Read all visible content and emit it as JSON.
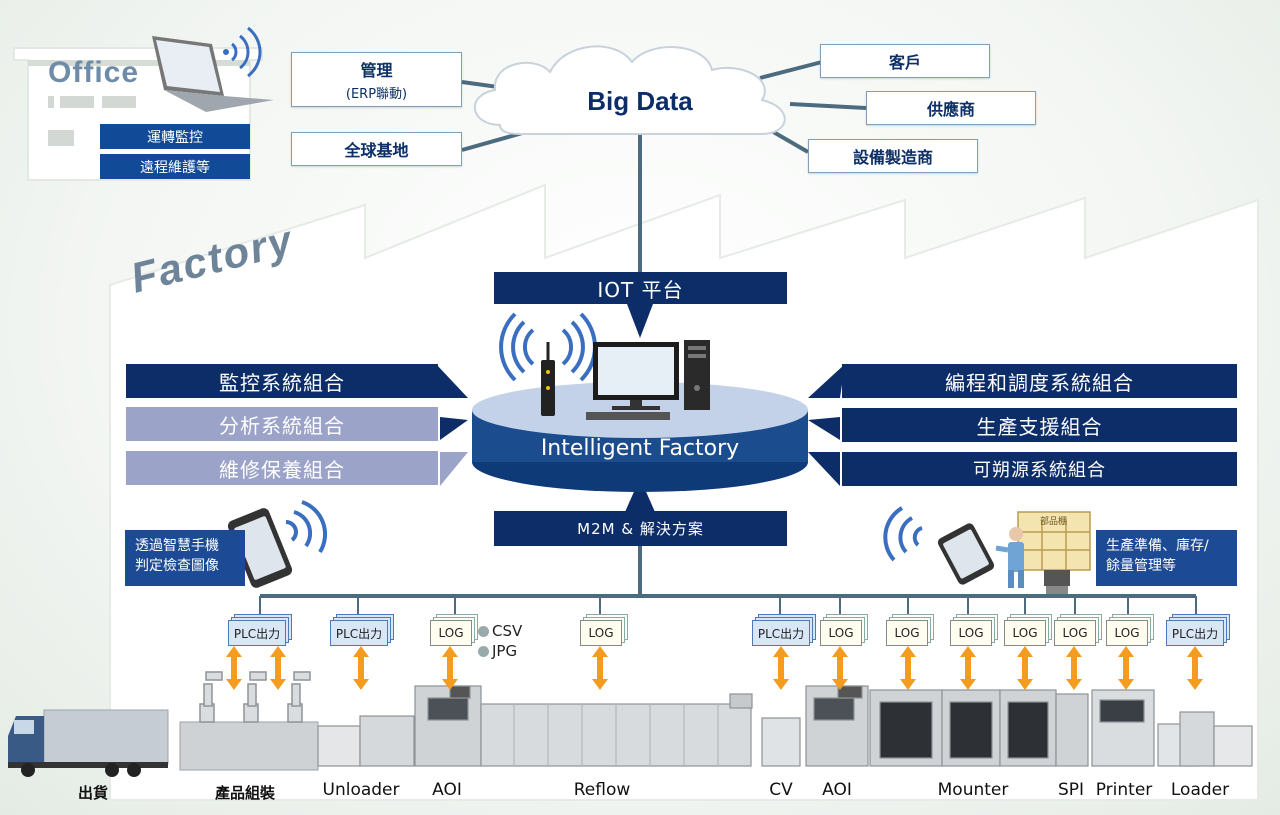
{
  "office": {
    "title": "Office",
    "buttons": [
      "運轉監控",
      "遠程維護等"
    ]
  },
  "cloud": {
    "label": "Big Data"
  },
  "left_nodes": [
    {
      "label": "管理",
      "sub": "(ERP聯動)"
    },
    {
      "label": "全球基地",
      "sub": ""
    }
  ],
  "right_nodes": [
    {
      "label": "客戶"
    },
    {
      "label": "供應商"
    },
    {
      "label": "設備製造商"
    }
  ],
  "factory": {
    "title": "Factory",
    "iot": "IOT  平台",
    "hub": "Intelligent Factory",
    "m2m": "M2M  &  解決方案",
    "left_systems": [
      {
        "label": "監控系統組合",
        "style": "navy"
      },
      {
        "label": "分析系統組合",
        "style": "lavender"
      },
      {
        "label": "維修保養組合",
        "style": "lavender"
      }
    ],
    "right_systems": [
      {
        "label": "編程和調度系統組合"
      },
      {
        "label": "生產支援組合"
      },
      {
        "label": "可朔源系統組合"
      }
    ],
    "phone_note": [
      "透過智慧手機",
      "判定檢查圖像"
    ],
    "prep_note": [
      "生產準備、庫存/",
      "餘量管理等"
    ],
    "prep_shelf_label": "部品棚"
  },
  "line_docs": [
    {
      "type": "plc",
      "text": "PLC出力"
    },
    {
      "type": "plc",
      "text": "PLC出力"
    },
    {
      "type": "log",
      "text": "LOG",
      "extras": [
        "CSV",
        "JPG"
      ]
    },
    {
      "type": "log",
      "text": "LOG"
    },
    {
      "type": "plc",
      "text": "PLC出力"
    },
    {
      "type": "log",
      "text": "LOG"
    },
    {
      "type": "log",
      "text": "LOG"
    },
    {
      "type": "log",
      "text": "LOG"
    },
    {
      "type": "log",
      "text": "LOG"
    },
    {
      "type": "log",
      "text": "LOG"
    },
    {
      "type": "log",
      "text": "LOG"
    },
    {
      "type": "plc",
      "text": "PLC出力"
    }
  ],
  "machines": [
    "出貨",
    "產品組裝",
    "Unloader",
    "AOI",
    "Reflow",
    "CV",
    "AOI",
    "Mounter",
    "SPI",
    "Printer",
    "Loader"
  ],
  "colors": {
    "navy": "#0d2d69",
    "lavender": "#9ba3c8",
    "blue": "#114a97",
    "orange": "#f39c1f",
    "line": "#4d6b7e"
  }
}
